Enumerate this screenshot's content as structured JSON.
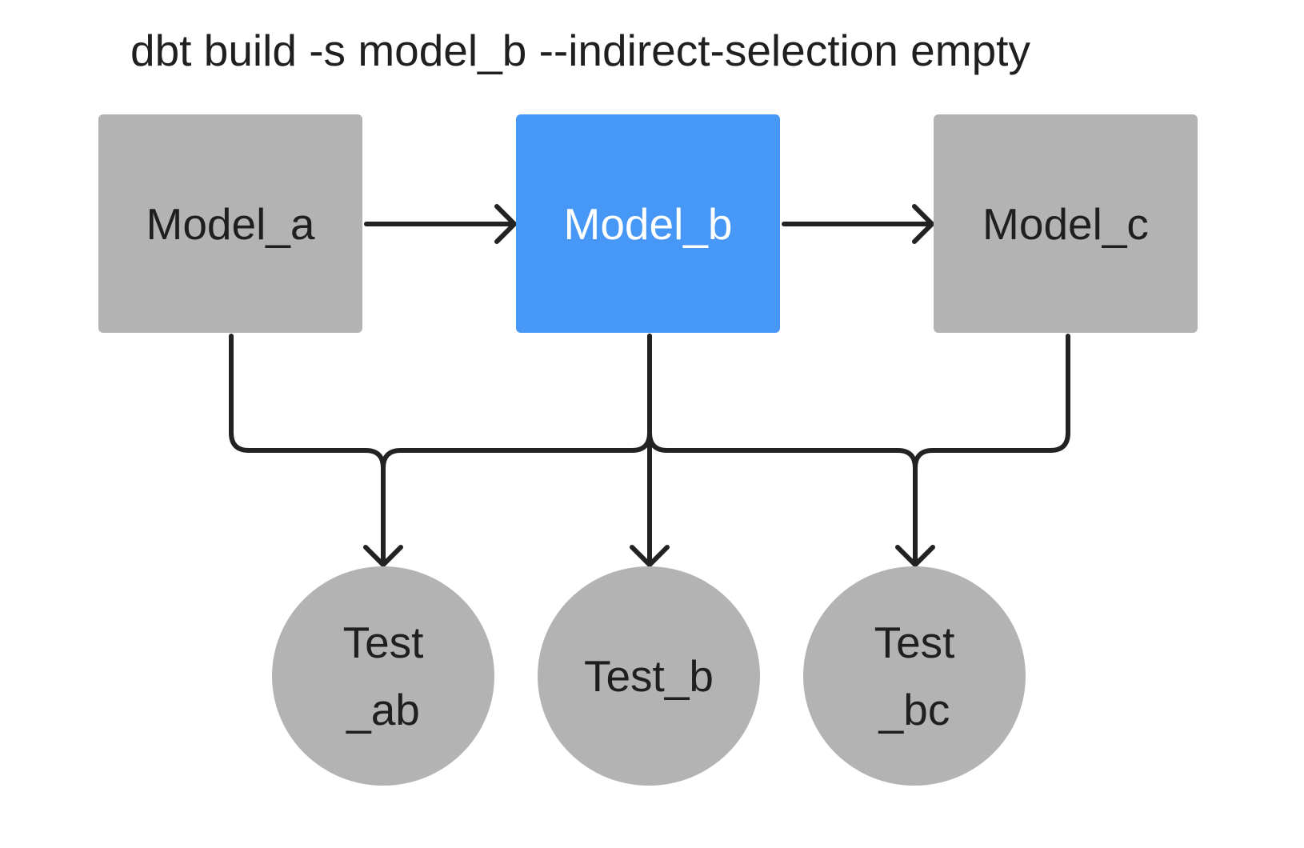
{
  "title": "dbt build -s model_b --indirect-selection empty",
  "colors": {
    "node_default": "#b3b3b3",
    "node_selected": "#4797f7",
    "edge": "#222222"
  },
  "models": [
    {
      "label": "Model_a",
      "selected": false
    },
    {
      "label": "Model_b",
      "selected": true
    },
    {
      "label": "Model_c",
      "selected": false
    }
  ],
  "tests": [
    {
      "lines": [
        "Test",
        "_ab"
      ]
    },
    {
      "lines": [
        "Test_b"
      ]
    },
    {
      "lines": [
        "Test",
        "_bc"
      ]
    }
  ]
}
